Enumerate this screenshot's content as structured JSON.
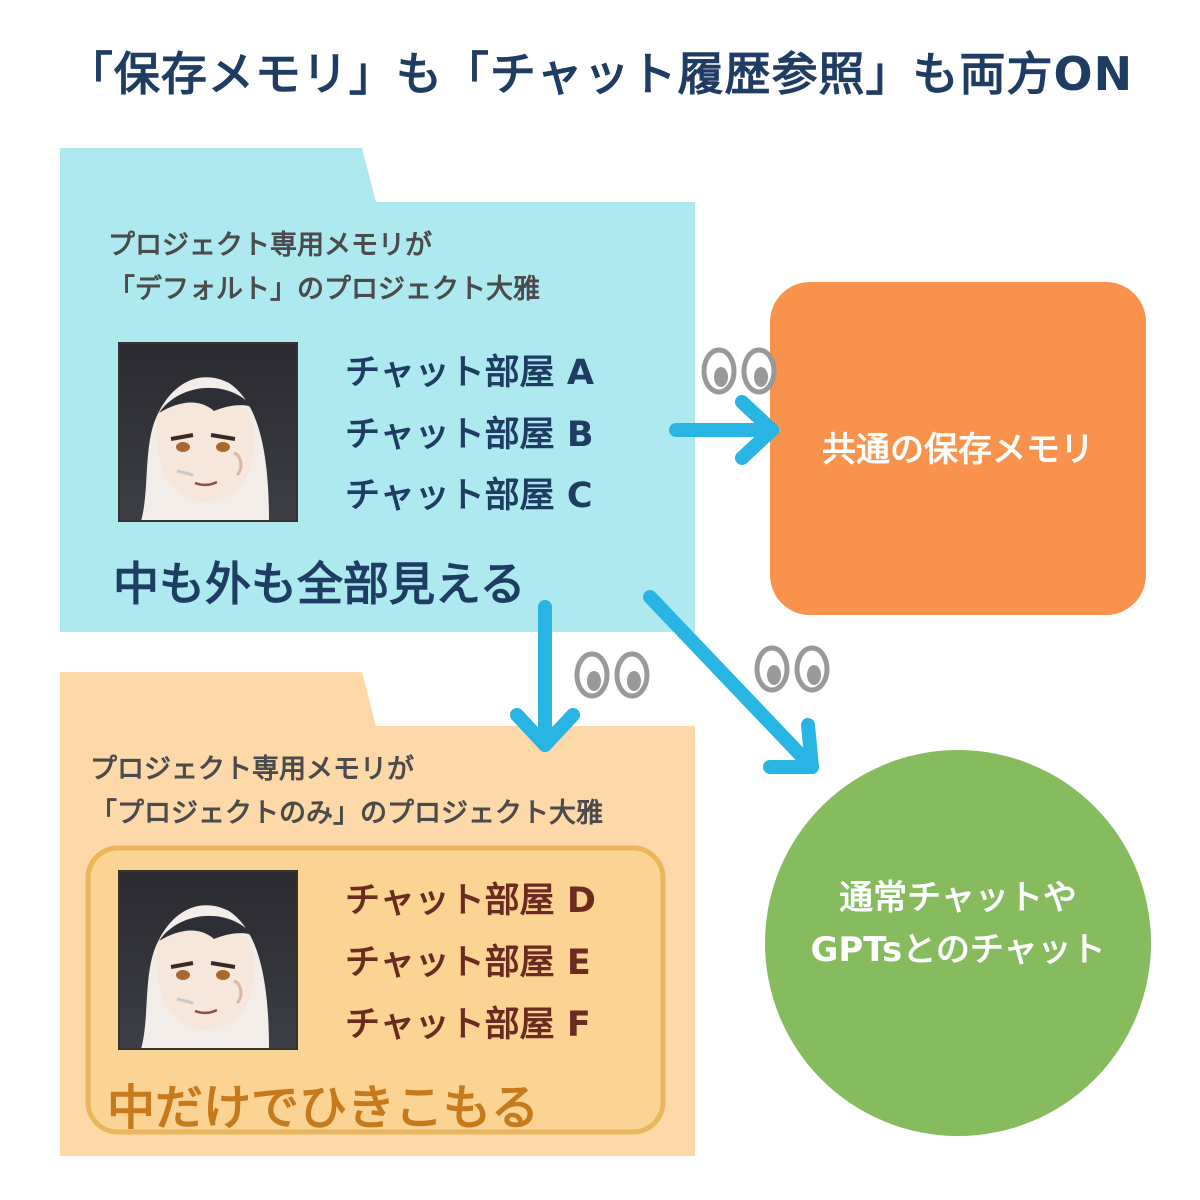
{
  "title": "「保存メモリ」も「チャット履歴参照」も両方ON",
  "project_default": {
    "label_line1": "プロジェクト専用メモリが",
    "label_line2": "「デフォルト」のプロジェクト大雅",
    "rooms": [
      "チャット部屋 A",
      "チャット部屋 B",
      "チャット部屋 C"
    ],
    "slogan": "中も外も全部見える",
    "folder_color": "#aee9f0"
  },
  "project_only": {
    "label_line1": "プロジェクト専用メモリが",
    "label_line2": "「プロジェクトのみ」のプロジェクト大雅",
    "rooms": [
      "チャット部屋 D",
      "チャット部屋 E",
      "チャット部屋 F"
    ],
    "slogan": "中だけでひきこもる",
    "folder_color": "#fdd9a9"
  },
  "shared_memory": {
    "label": "共通の保存メモリ",
    "color": "#f9924c"
  },
  "normal_chat": {
    "line1": "通常チャットや",
    "line2": "GPTsとのチャット",
    "color": "#86bb5e"
  },
  "icons": {
    "arrow": "arrow-icon",
    "eyes": "eyes-icon",
    "avatar": "character-avatar"
  },
  "colors": {
    "arrow": "#29b5e3",
    "title": "#1f3c63"
  }
}
